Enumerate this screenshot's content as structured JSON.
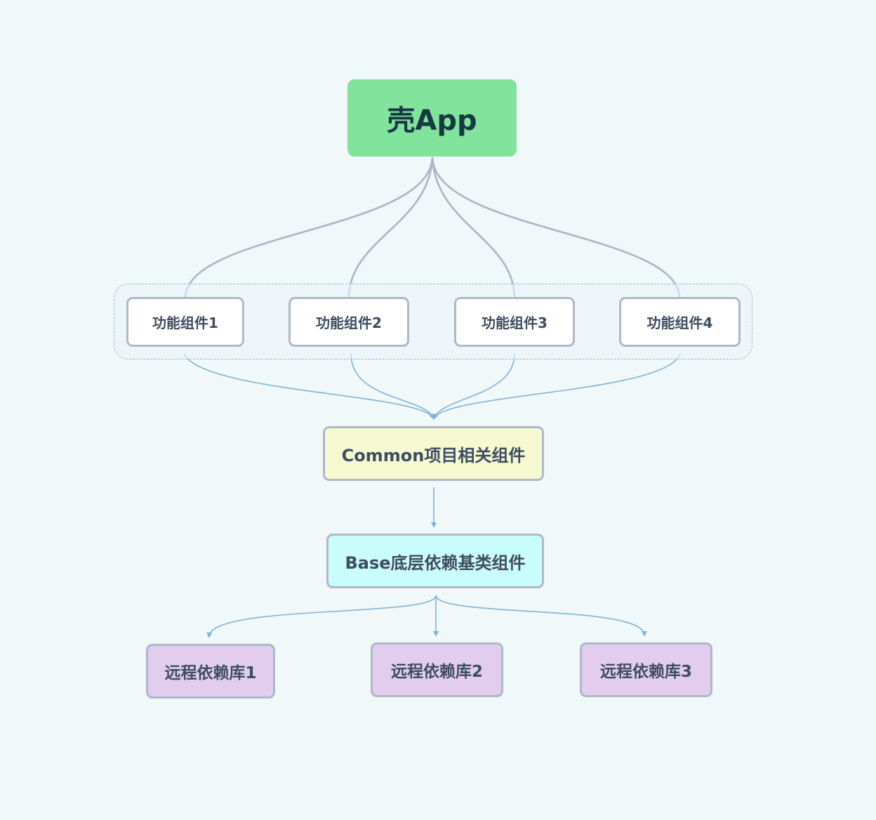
{
  "diagram": {
    "root": {
      "label": "壳App"
    },
    "features": [
      {
        "label": "功能组件1"
      },
      {
        "label": "功能组件2"
      },
      {
        "label": "功能组件3"
      },
      {
        "label": "功能组件4"
      }
    ],
    "common": {
      "label": "Common项目相关组件"
    },
    "base": {
      "label": "Base底层依赖基类组件"
    },
    "libraries": [
      {
        "label": "远程依赖库1"
      },
      {
        "label": "远程依赖库2"
      },
      {
        "label": "远程依赖库3"
      }
    ],
    "colors": {
      "background": "#f1f8fa",
      "root": "#82e39d",
      "feature": "#ffffff",
      "common": "#f6f8d2",
      "base": "#c8fdfb",
      "library": "#e3cdef",
      "node_border": "#aeb8c8",
      "app_connector": "#aab5c6",
      "dependency_connector": "#7fb3d8",
      "group_border": "#8fbcd8"
    }
  }
}
